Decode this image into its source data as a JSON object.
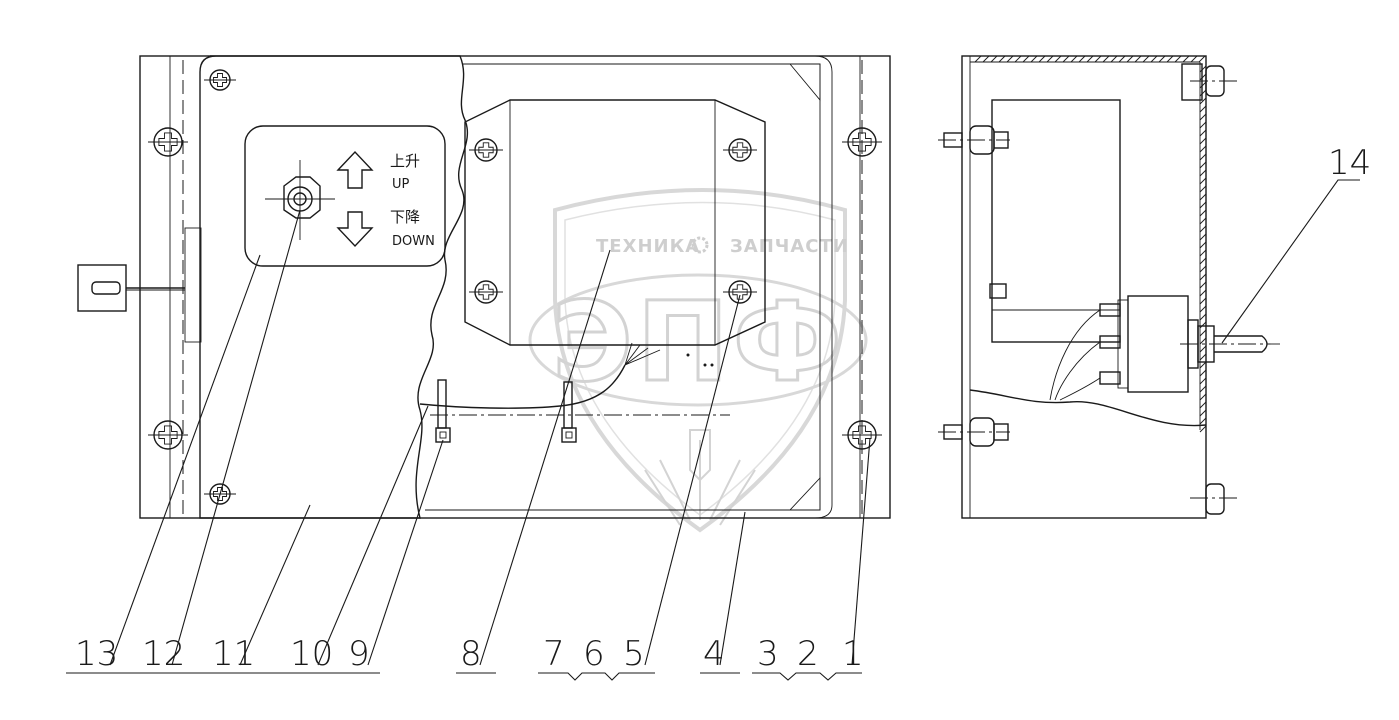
{
  "panel": {
    "up_cn": "上升",
    "up_en": "UP",
    "down_cn": "下降",
    "down_en": "DOWN"
  },
  "watermark": {
    "left": "ТЕХНИКА",
    "right": "ЗАПЧАСТИ",
    "logo": "ЭПФ"
  },
  "callouts": [
    "13",
    "12",
    "11",
    "10",
    "9",
    "8",
    "7",
    "6",
    "5",
    "4",
    "3",
    "2",
    "1",
    "14"
  ],
  "colors": {
    "line": "#1a1a1a",
    "watermark": "#c9c9c9"
  }
}
